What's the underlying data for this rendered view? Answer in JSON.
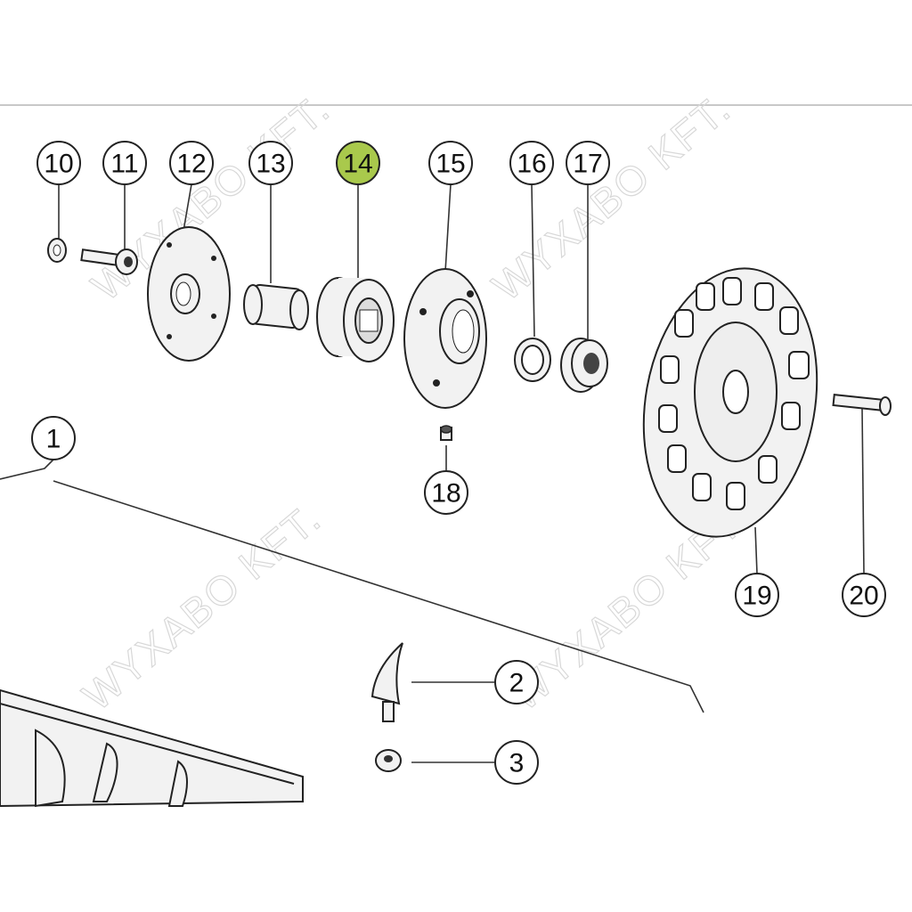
{
  "diagram": {
    "watermark": "WYXABO KFT.",
    "highlight_color": "#a9c94c",
    "callouts": [
      {
        "id": "10",
        "label": "10"
      },
      {
        "id": "11",
        "label": "11"
      },
      {
        "id": "12",
        "label": "12"
      },
      {
        "id": "13",
        "label": "13"
      },
      {
        "id": "14",
        "label": "14",
        "highlighted": true
      },
      {
        "id": "15",
        "label": "15"
      },
      {
        "id": "16",
        "label": "16"
      },
      {
        "id": "17",
        "label": "17"
      },
      {
        "id": "18",
        "label": "18"
      },
      {
        "id": "1",
        "label": "1"
      },
      {
        "id": "19",
        "label": "19"
      },
      {
        "id": "20",
        "label": "20"
      },
      {
        "id": "2",
        "label": "2"
      },
      {
        "id": "3",
        "label": "3"
      }
    ]
  }
}
